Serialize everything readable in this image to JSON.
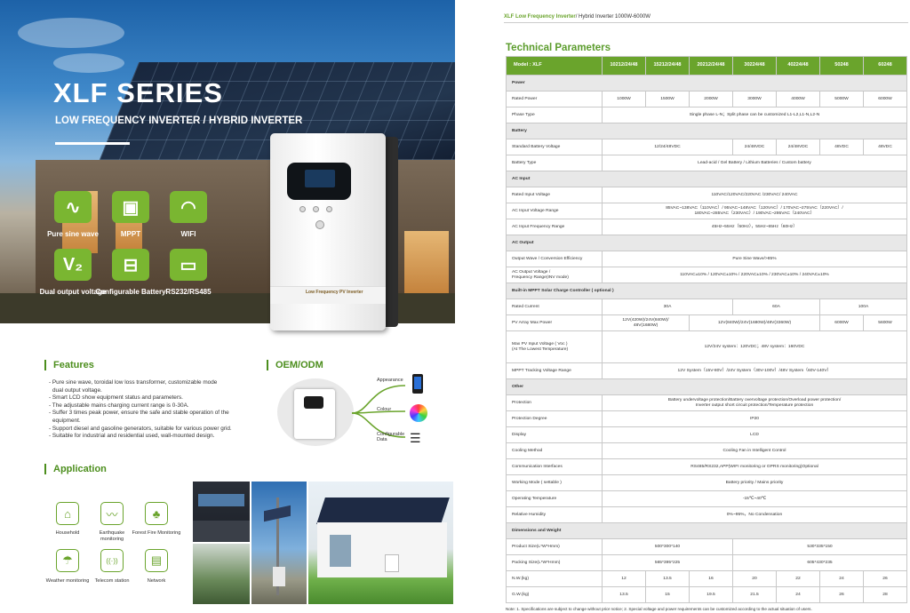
{
  "hero": {
    "title": "XLF SERIES",
    "subtitle": "LOW FREQUENCY INVERTER / HYBRID INVERTER",
    "features": [
      {
        "label": "Pure sine wave",
        "icon": "sine-wave-icon",
        "glyph": "∿"
      },
      {
        "label": "MPPT",
        "icon": "chip-icon",
        "glyph": "▣"
      },
      {
        "label": "WIFI",
        "icon": "wifi-icon",
        "glyph": "◠"
      },
      {
        "label": "Dual output voltage",
        "icon": "dual-voltage-icon",
        "glyph": "V₂"
      },
      {
        "label": "Configurable Battery",
        "icon": "battery-icon",
        "glyph": "⊟"
      },
      {
        "label": "RS232/RS485",
        "icon": "port-icon",
        "glyph": "▭"
      }
    ],
    "product_label": "Low Frequency PV Inverter"
  },
  "features_section": {
    "heading": "Features",
    "items": [
      "- Pure sine wave, toroidal low loss transformer, customizable mode",
      "  dual output voltage.",
      "- Smart LCD show equipment status and parameters.",
      "- The adjustable mains charging current range is 0-30A.",
      "- Suffer 3 times peak power,  ensure the safe and stable operation of the",
      "  equipment.",
      "- Support diesel and gasoline generators, suitable for various power grid.",
      "- Suitable for industrial and residential used, wall-mounted design."
    ]
  },
  "oem": {
    "heading": "OEM/ODM",
    "options": [
      {
        "label": "Appearance",
        "icon": "phone-icon"
      },
      {
        "label": "Colour",
        "icon": "color-wheel-icon"
      },
      {
        "label": "Configurable Data",
        "icon": "sliders-icon"
      }
    ]
  },
  "application": {
    "heading": "Application",
    "items": [
      {
        "label": "Household",
        "icon": "house-icon",
        "glyph": "⌂"
      },
      {
        "label": "Earthquake monitoring",
        "icon": "seismograph-icon",
        "glyph": "〰"
      },
      {
        "label": "Forest Fire Monitoring",
        "icon": "forest-icon",
        "glyph": "♣"
      },
      {
        "label": "Weather monitoring",
        "icon": "weather-station-icon",
        "glyph": "☂"
      },
      {
        "label": "Telecom station",
        "icon": "antenna-icon",
        "glyph": "((·))"
      },
      {
        "label": "Network",
        "icon": "server-icon",
        "glyph": "▤"
      }
    ]
  },
  "spec": {
    "header_note_brand": "XLF Low Frequency Inverter",
    "header_note_rest": "/ Hybrid Inverter 1000W-6000W",
    "title": "Technical Parameters",
    "model_label": "Model : XLF",
    "models": [
      "10212/24/48",
      "15212/24/48",
      "20212/24/48",
      "30224/48",
      "40224/48",
      "50248",
      "60248"
    ],
    "power": "Power",
    "rated_power_label": "Rated Power",
    "rated_power": [
      "1000W",
      "1500W",
      "2000W",
      "3000W",
      "4000W",
      "5000W",
      "6000W"
    ],
    "phase_type_label": "Phase Type",
    "phase_type": "Single phase L-N；Split phase can be customized L1-L2,L1-N,L2-N",
    "battery": "Battery",
    "std_battery_label": "Standard Battery Voltage",
    "std_battery_a": "12/24/48VDC",
    "std_battery_b": "24/48VDC",
    "std_battery_c": "24/48VDC",
    "std_battery_d": "48VDC",
    "std_battery_e": "48VDC",
    "battery_type_label": "Battery Type",
    "battery_type": "Lead-acid / Gel Battery / Lithium Batteries / Custom battery",
    "ac_input": "AC Input",
    "rated_input_label": "Rated Input Voltage",
    "rated_input": "110VAC/120VAC/220VAC /230VAC/ 240VAC",
    "ac_input_range_label": "AC Input Voltage Range",
    "ac_input_range_1": "85VAC~138VAC（110VAC）/ 95VAC~148VAC（120VAC）/ 170VAC~275VAC（220VAC）/",
    "ac_input_range_2": "180VAC~285VAC（230VAC）/ 190VAC~295VAC（240VAC）",
    "ac_freq_label": "AC Input Frequency Range",
    "ac_freq": "45Hz~55Hz（50Hz），55Hz~65Hz（60Hz）",
    "ac_output": "AC Output",
    "output_wave_label": "Output Wave / Conversion Efficiency",
    "output_wave": "Pure Sine Wave/>85%",
    "ac_output_v_label_1": "AC Output Voltage /",
    "ac_output_v_label_2": "Frequency Range(INV mode)",
    "ac_output_v": "110VAC±10% / 120VAC±10% / 220VAC±10% / 230VAC±10% / 240VAC±10%",
    "mppt": "Built-in MPPT Solar Charge Controller  ( optional )",
    "rated_current_label": "Rated Current",
    "rated_current_a": "30A",
    "rated_current_b": "60A",
    "rated_current_c": "100A",
    "pv_max_label": "PV Array Max Power",
    "pv_max_a_1": "12V(420W)/24V(840W)/",
    "pv_max_a_2": "48V(1680W)",
    "pv_max_b": "12V(840W)/24V(1680W)/48V(3360W)",
    "pv_max_c": "6000W",
    "pv_max_d": "5600W",
    "max_pv_label_1": "Max PV Input Voltage ( Voc )",
    "max_pv_label_2": "(At The Lowest Temperature)",
    "max_pv": "12V/24V system：120VDC；48V system：160VDC",
    "mppt_range_label": "MPPT Tracking Voltage Range",
    "mppt_range": "12V System（15V-80V）/24V System（30V-100V）/48V System（60V-140V）",
    "other": "Other",
    "protection_label": "Protection",
    "protection_1": "Battery undervoltage protection/Battery overvoltage protection/Overload power protection/",
    "protection_2": "Inverter output short circuit protection/Temperature protection",
    "protection_degree_label": "Protection Degree",
    "protection_degree": "IP20",
    "display_label": "Display",
    "display": "LCD",
    "cooling_label": "Cooling Method",
    "cooling": "Cooling Fan in Intelligent Control",
    "comm_label": "Communication Interfaces",
    "comm": "RS485/RS232,APP(WIFI monitoring or GPRS monitoring)Optional",
    "working_label": "Working Mode ( settable )",
    "working": "Battery priority / Mains priority",
    "op_temp_label": "Operating Temperature",
    "op_temp": "-15℃~40℃",
    "humidity_label": "Relative Humidity",
    "humidity": "0%~95%，No Condensation",
    "dims": "Dimensions and Weight",
    "product_size_label": "Product Size(L*W*Hmm)",
    "product_size_a": "500*300*140",
    "product_size_b": "530*335*150",
    "packing_size_label": "Packing Size(L*W*Hmm)",
    "packing_size_a": "565*395*225",
    "packing_size_b": "605*430*235",
    "nw_label": "N.W.(kg)",
    "nw": [
      "12",
      "13.5",
      "16",
      "20",
      "22",
      "24",
      "26"
    ],
    "gw_label": "G.W.(kg)",
    "gw": [
      "13.5",
      "15",
      "19.5",
      "21.5",
      "24",
      "26",
      "28"
    ],
    "note": "Note: 1. Specifications are subject to change without prior notice;    2. Special voltage and power requirements can be customized according to the actual situation of users."
  },
  "colors": {
    "accent": "#6aa42c",
    "accent_dark": "#4c8e1d",
    "hero_sky": "#3f88c9"
  }
}
